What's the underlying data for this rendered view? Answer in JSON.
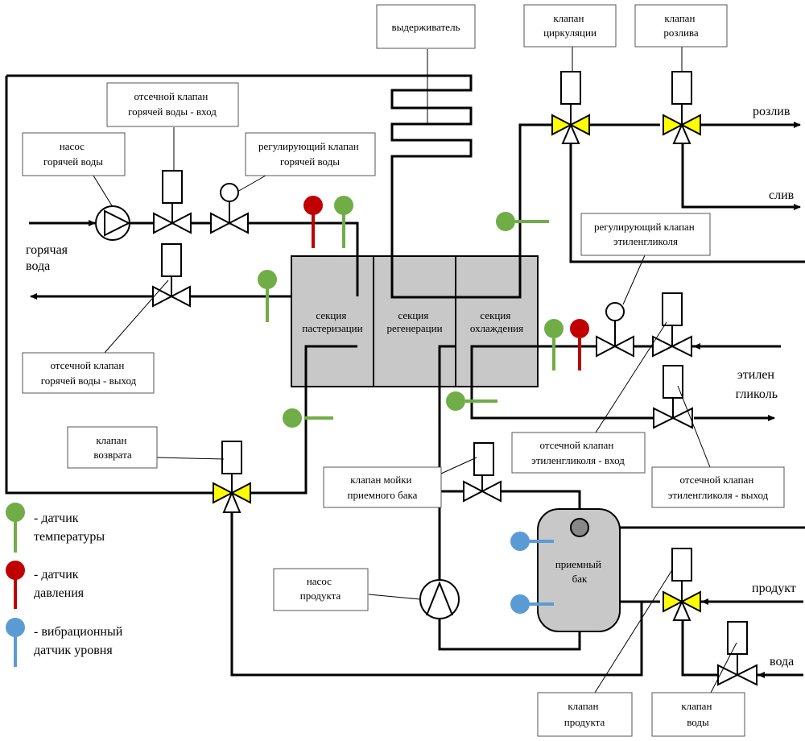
{
  "sections": {
    "pasteurization": [
      "секция",
      "пастеризации"
    ],
    "regeneration": [
      "секция",
      "регенерации"
    ],
    "cooling": [
      "секция",
      "охлаждения"
    ]
  },
  "callouts": {
    "holder": [
      "выдерживатель"
    ],
    "circulation_valve": [
      "клапан",
      "циркуляции"
    ],
    "filling_valve": [
      "клапан",
      "розлива"
    ],
    "hot_water_inlet_valve": [
      "отсечной клапан",
      "горячей воды - вход"
    ],
    "hot_water_pump": [
      "насос",
      "горячей воды"
    ],
    "hot_water_control_valve": [
      "регулирующий клапан",
      "горячей воды"
    ],
    "glycol_control_valve": [
      "регулирующий клапан",
      "этиленгликоля"
    ],
    "hot_water_outlet_valve": [
      "отсечной клапан",
      "горячей воды - выход"
    ],
    "return_valve": [
      "клапан",
      "возврата"
    ],
    "tank_wash_valve": [
      "клапан мойки",
      "приемного бака"
    ],
    "glycol_inlet_valve": [
      "отсечной клапан",
      "этиленгликоля - вход"
    ],
    "glycol_outlet_valve": [
      "отсечной клапан",
      "этиленгликоля - выход"
    ],
    "product_pump": [
      "насос",
      "продукта"
    ],
    "product_valve": [
      "клапан",
      "продукта"
    ],
    "water_valve": [
      "клапан",
      "воды"
    ]
  },
  "tank": [
    "приемный",
    "бак"
  ],
  "flows": {
    "hot_water": [
      "горячая",
      "вода"
    ],
    "filling": "розлив",
    "drain": "слив",
    "glycol": [
      "этилен",
      "гликоль"
    ],
    "product": "продукт",
    "water": "вода"
  },
  "legend": {
    "temperature": [
      "- датчик",
      "температуры"
    ],
    "pressure": [
      "- датчик",
      "давления"
    ],
    "level": [
      "- вибрационный",
      "датчик уровня"
    ]
  },
  "colors": {
    "temperature_sensor": "#70ad47",
    "pressure_sensor": "#c00000",
    "level_sensor": "#5b9bd5",
    "three_way_valve": "#ffff00",
    "heat_exchanger": "#c8c8c8"
  }
}
